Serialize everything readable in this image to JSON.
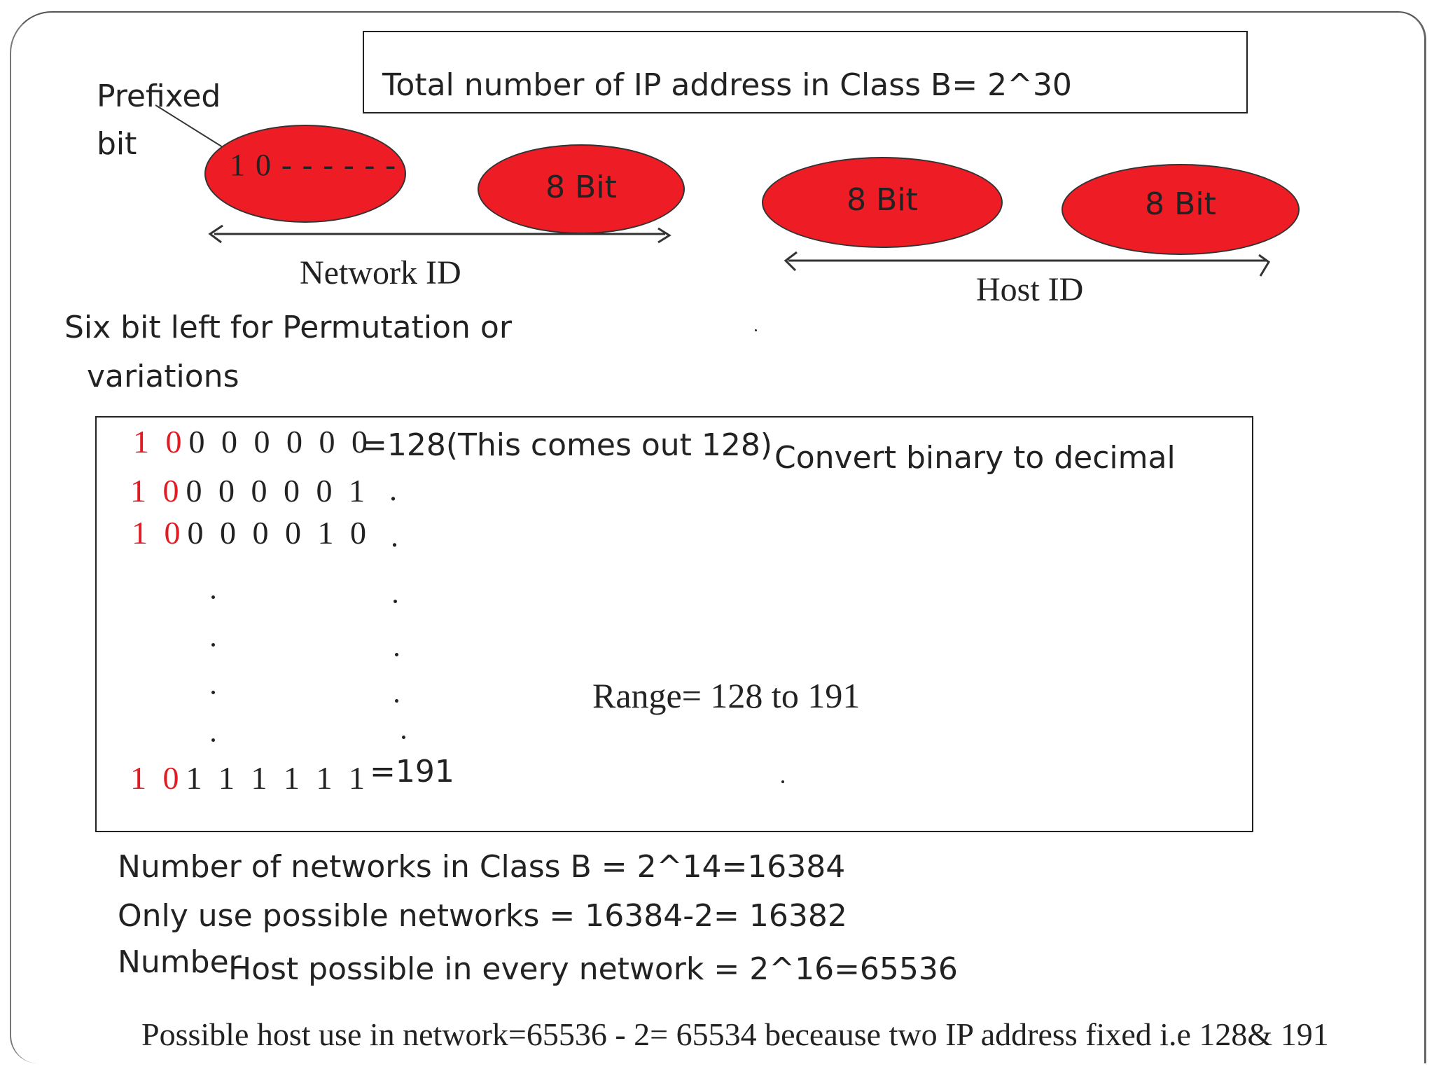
{
  "title_box": "Total number of IP address in Class B= 2^30",
  "prefixed_label": [
    "Prefixed",
    "bit"
  ],
  "octets": {
    "first": "1 0 - - - - - -",
    "second": "8 Bit",
    "third": "8 Bit",
    "fourth": "8 Bit"
  },
  "network_id_label": "Network ID",
  "host_id_label": "Host ID",
  "six_bit_note": [
    "Six bit left for Permutation or",
    "variations"
  ],
  "binary_rows": [
    {
      "prefix": "1 0",
      "rest": "0 0 0 0 0 0",
      "value": "=128(This comes out 128)"
    },
    {
      "prefix": "1 0",
      "rest": "0 0 0 0 0 1",
      "value": "."
    },
    {
      "prefix": "1 0",
      "rest": "0 0 0 0 1 0",
      "value": "."
    },
    {
      "prefix": "1 0",
      "rest": "1 1 1 1 1 1",
      "value": "=191"
    }
  ],
  "convert_note": "Convert binary to decimal",
  "range_text": "Range= 128 to 191",
  "summary": [
    "Number of networks in Class B = 2^14=16384",
    "Only use possible networks  = 16384-2= 16382",
    "Number",
    "Host possible in every network = 2^16=65536",
    "Possible host use in network=65536 - 2= 65534   beceause two IP address fixed i.e 128& 191"
  ]
}
